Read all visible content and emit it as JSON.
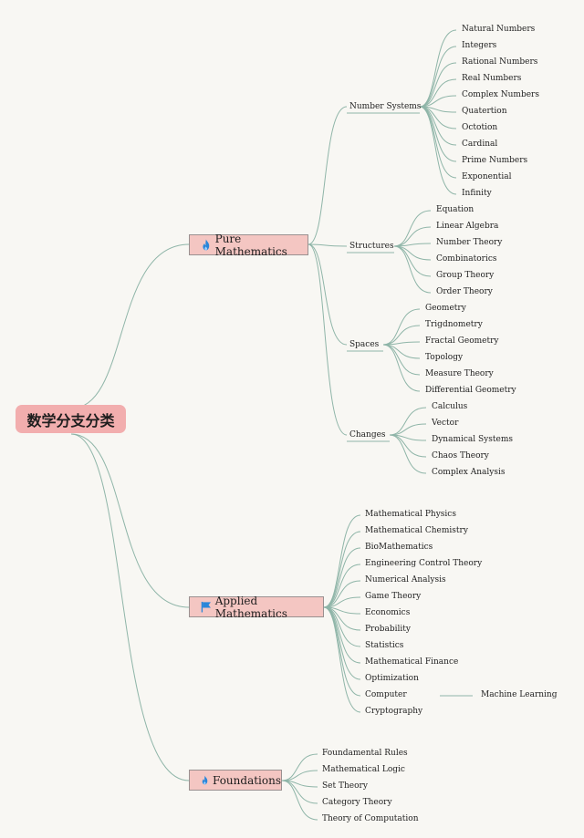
{
  "root": {
    "label": "数学分支分类"
  },
  "branches": [
    {
      "label": "Pure Mathematics",
      "icon": "fire-icon",
      "subs": [
        {
          "label": "Number Systems",
          "leaves": [
            "Natural Numbers",
            "Integers",
            "Rational Numbers",
            "Real Numbers",
            "Complex Numbers",
            "Quatertion",
            "Octotion",
            "Cardinal",
            "Prime Numbers",
            "Exponential",
            "Infinity"
          ]
        },
        {
          "label": "Structures",
          "leaves": [
            "Equation",
            "Linear Algebra",
            "Number Theory",
            "Combinatorics",
            "Group Theory",
            "Order Theory"
          ]
        },
        {
          "label": "Spaces",
          "leaves": [
            "Geometry",
            "Trigdnometry",
            "Fractal Geometry",
            "Topology",
            "Measure Theory",
            "Differential Geometry"
          ]
        },
        {
          "label": "Changes",
          "leaves": [
            "Calculus",
            "Vector",
            "Dynamical Systems",
            "Chaos Theory",
            "Complex Analysis"
          ]
        }
      ]
    },
    {
      "label": "Applied Mathematics",
      "icon": "flag-icon",
      "leaves": [
        "Mathematical Physics",
        "Mathematical Chemistry",
        "BioMathematics",
        "Engineering Control Theory",
        "Numerical Analysis",
        "Game Theory",
        "Economics",
        "Probability",
        "Statistics",
        "Mathematical Finance",
        "Optimization",
        "Computer",
        "Cryptography"
      ],
      "extra": {
        "parent": "Computer",
        "label": "Machine Learning"
      }
    },
    {
      "label": "Foundations",
      "icon": "fire-icon",
      "leaves": [
        "Foundamental Rules",
        "Mathematical Logic",
        "Set Theory",
        "Category Theory",
        "Theory of Computation"
      ]
    }
  ],
  "colors": {
    "edge": "#8fb5a8",
    "root_fill": "#f2aeae",
    "branch_fill": "#f4c6c2",
    "fire": "#2a86d9",
    "flag": "#2a86d9"
  }
}
